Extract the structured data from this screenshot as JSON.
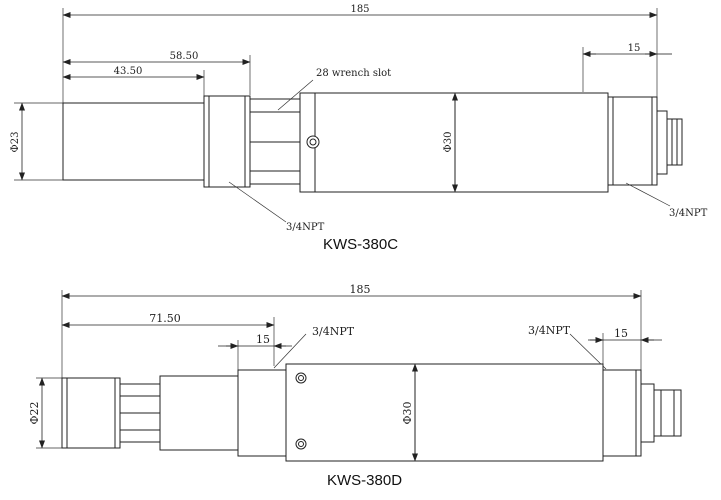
{
  "top": {
    "model": "KWS-380C",
    "overall_length": "185",
    "dim_58": "58.50",
    "dim_43": "43.50",
    "dim_15": "15",
    "wrench_note": "28 wrench slot",
    "dia_23": "Φ23",
    "dia_30": "Φ30",
    "npt_left": "3/4NPT",
    "npt_right": "3/4NPT"
  },
  "bottom": {
    "model": "KWS-380D",
    "overall_length": "185",
    "dim_71": "71.50",
    "dim_15_left": "15",
    "dim_15_right": "15",
    "npt_left": "3/4NPT",
    "npt_right": "3/4NPT",
    "dia_22": "Φ22",
    "dia_30": "Φ30"
  }
}
